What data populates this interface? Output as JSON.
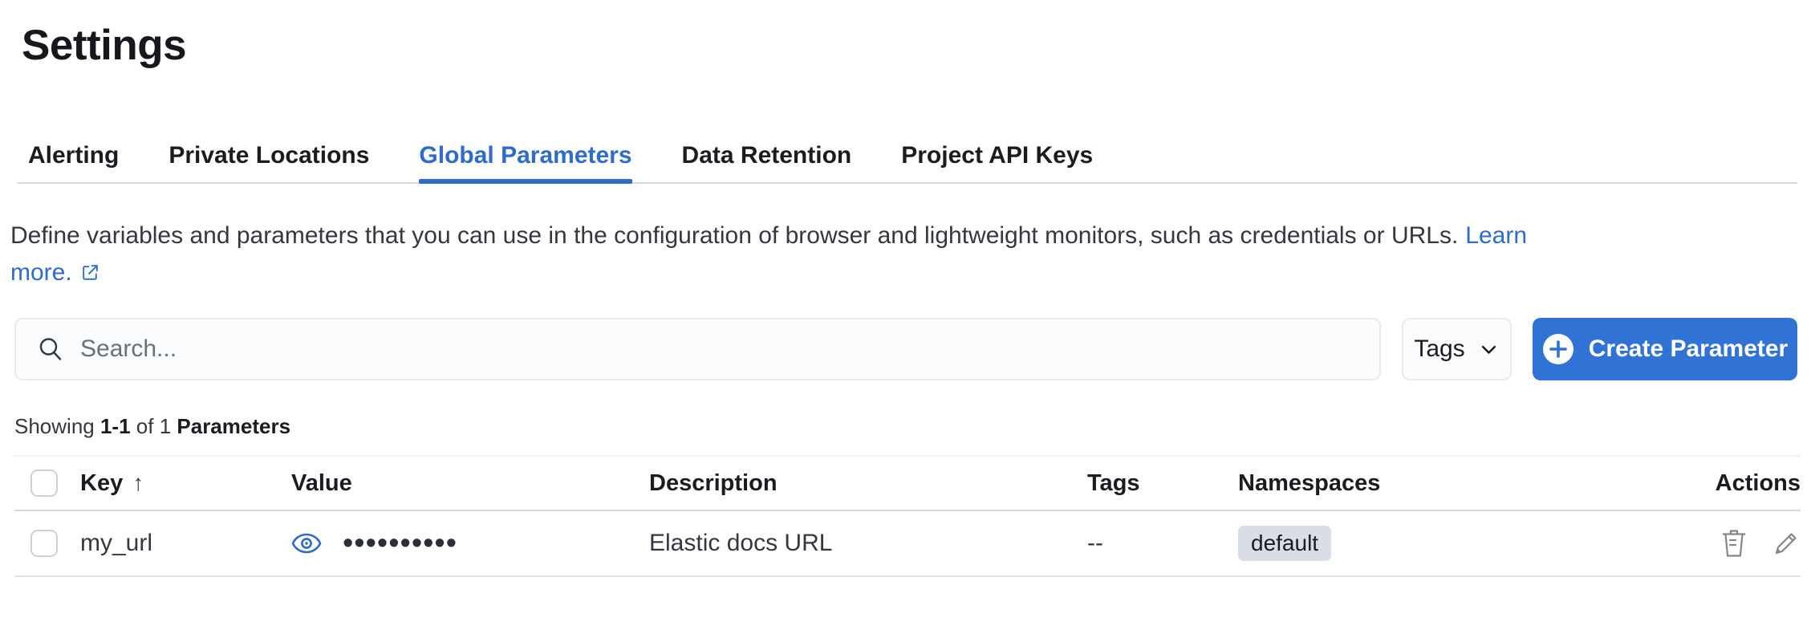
{
  "page": {
    "title": "Settings"
  },
  "tabs": [
    {
      "label": "Alerting"
    },
    {
      "label": "Private Locations"
    },
    {
      "label": "Global Parameters"
    },
    {
      "label": "Data Retention"
    },
    {
      "label": "Project API Keys"
    }
  ],
  "active_tab": "Global Parameters",
  "description": {
    "body": "Define variables and parameters that you can use in the configuration of browser and lightweight monitors, such as credentials or URLs.",
    "link_start": "Learn",
    "link_end": "more."
  },
  "toolbar": {
    "search_placeholder": "Search...",
    "tags_button": "Tags",
    "create_button": "Create Parameter"
  },
  "summary": {
    "showing": "Showing",
    "range": "1-1",
    "of": "of 1",
    "entity": "Parameters"
  },
  "table": {
    "columns": [
      "Key",
      "Value",
      "Description",
      "Tags",
      "Namespaces",
      "Actions"
    ],
    "sort": {
      "column": "Key",
      "direction": "ascending",
      "arrow": "↑"
    },
    "rows": [
      {
        "key": "my_url",
        "masked_value": "••••••••••",
        "description": "Elastic docs URL",
        "tags": "--",
        "namespace": "default"
      }
    ]
  },
  "colors": {
    "primary_button": "#3173d4",
    "link": "#2f6bc9",
    "active_tab": "#2f6bc9",
    "badge_bg": "#d9dde6",
    "heading_text": "#16181d",
    "body_text": "#343741",
    "divider": "#d3dae6"
  }
}
